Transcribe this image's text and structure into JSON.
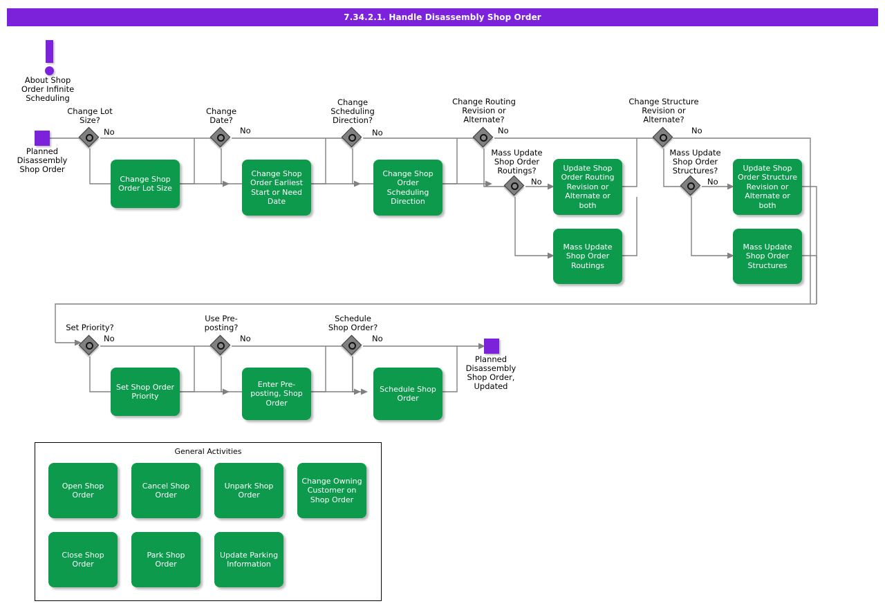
{
  "header": {
    "title": "7.34.2.1. Handle Disassembly Shop Order",
    "bar_color": "#7d22db",
    "text_color": "#ffffff"
  },
  "palette": {
    "activity_green": "#0d9a4d",
    "terminator_purple": "#7d22db",
    "decision_gray": "#808080",
    "connector_gray": "#808080",
    "canvas": "#ffffff"
  },
  "info_note": {
    "icon": "exclamation-icon",
    "label": "About Shop\nOrder Infinite\nScheduling"
  },
  "terminators": [
    {
      "name": "start",
      "label": "Planned\nDisassembly\nShop Order"
    },
    {
      "name": "end",
      "label": "Planned\nDisassembly\nShop Order,\nUpdated"
    }
  ],
  "decisions": [
    {
      "id": "change-lot-size",
      "label": "Change Lot\nSize?",
      "no_label": "No"
    },
    {
      "id": "change-date",
      "label": "Change\nDate?",
      "no_label": "No"
    },
    {
      "id": "change-scheduling-direction",
      "label": "Change\nScheduling\nDirection?",
      "no_label": "No"
    },
    {
      "id": "change-routing-revision",
      "label": "Change Routing\nRevision or\nAlternate?",
      "no_label": "No"
    },
    {
      "id": "mass-update-routings",
      "label": "Mass Update\nShop Order\nRoutings?",
      "no_label": "No"
    },
    {
      "id": "change-structure-revision",
      "label": "Change Structure\nRevision or\nAlternate?",
      "no_label": "No"
    },
    {
      "id": "mass-update-structures",
      "label": "Mass Update\nShop Order\nStructures?",
      "no_label": "No"
    },
    {
      "id": "set-priority",
      "label": "Set Priority?",
      "no_label": "No"
    },
    {
      "id": "use-pre-posting",
      "label": "Use Pre-\nposting?",
      "no_label": "No"
    },
    {
      "id": "schedule-shop-order",
      "label": "Schedule\nShop Order?",
      "no_label": "No"
    }
  ],
  "activities": [
    {
      "id": "change-shop-order-lot-size",
      "label": "Change Shop\nOrder Lot Size"
    },
    {
      "id": "change-shop-order-earliest-start",
      "label": "Change Shop\nOrder Earliest\nStart or Need\nDate"
    },
    {
      "id": "change-shop-order-scheduling-direction",
      "label": "Change Shop\nOrder\nScheduling\nDirection"
    },
    {
      "id": "update-shop-order-routing-revision",
      "label": "Update Shop\nOrder Routing\nRevision or\nAlternate or\nboth"
    },
    {
      "id": "mass-update-shop-order-routings",
      "label": "Mass Update\nShop Order\nRoutings"
    },
    {
      "id": "update-shop-order-structure-revision",
      "label": "Update Shop\nOrder Structure\nRevision or\nAlternate or\nboth"
    },
    {
      "id": "mass-update-shop-order-structures",
      "label": "Mass Update\nShop Order\nStructures"
    },
    {
      "id": "set-shop-order-priority",
      "label": "Set Shop Order\nPriority"
    },
    {
      "id": "enter-pre-posting-shop-order",
      "label": "Enter Pre-\nposting, Shop\nOrder"
    },
    {
      "id": "schedule-shop-order-activity",
      "label": "Schedule Shop\nOrder"
    }
  ],
  "general_activities": {
    "title": "General Activities",
    "items": [
      {
        "id": "open-shop-order",
        "label": "Open Shop\nOrder"
      },
      {
        "id": "cancel-shop-order",
        "label": "Cancel Shop\nOrder"
      },
      {
        "id": "unpark-shop-order",
        "label": "Unpark Shop\nOrder"
      },
      {
        "id": "change-owning-customer",
        "label": "Change Owning\nCustomer on\nShop Order"
      },
      {
        "id": "close-shop-order",
        "label": "Close Shop\nOrder"
      },
      {
        "id": "park-shop-order",
        "label": "Park Shop Order"
      },
      {
        "id": "update-parking-info",
        "label": "Update\nParking\nInformation"
      }
    ]
  }
}
